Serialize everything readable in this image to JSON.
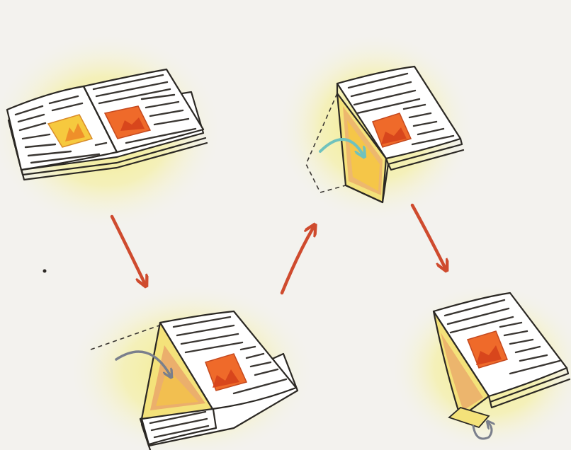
{
  "diagram": {
    "steps": [
      {
        "id": "step-1",
        "depicts": "open-magazine"
      },
      {
        "id": "step-2",
        "depicts": "fold-left-page-corner"
      },
      {
        "id": "step-3",
        "depicts": "fold-left-page-under"
      },
      {
        "id": "step-4",
        "depicts": "rolled-corner-result"
      }
    ],
    "colors": {
      "background": "#f3f2ee",
      "glow": "#f4ee9a",
      "flow_arrow": "#cf4b2e",
      "fold_arrow_blue": "#6fc2bd",
      "fold_arrow_gray": "#7a7f8c",
      "picture_orange": "#ef6a2a",
      "picture_yellow": "#f6c93e",
      "fold_yellow": "#f4e27a",
      "fold_orange": "#e9a66a"
    }
  }
}
